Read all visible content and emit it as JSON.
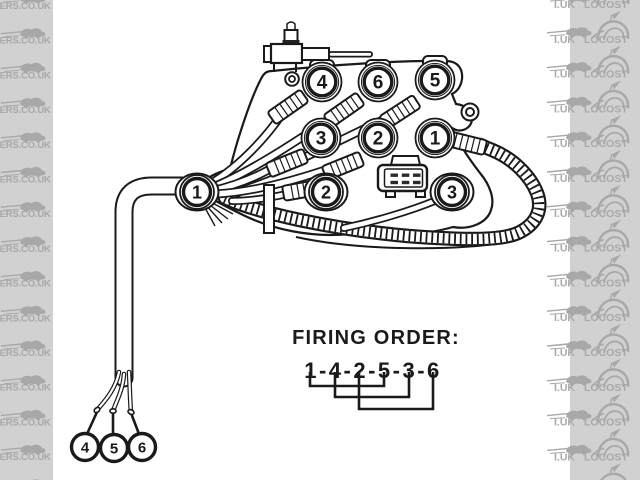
{
  "watermark": {
    "background": "#d1d1d1",
    "glyph_color": "#a8a8a8",
    "left_text": "DERS.CO.UK",
    "right_text": "LOCOST",
    "right_fragment": "I.UK",
    "left_logo": "kit-car-side-icon",
    "right_logo": "kit-car-front-icon"
  },
  "diagram": {
    "line_color": "#1a1a1a",
    "background": "#ffffff",
    "coil_pack": {
      "top_row": [
        "4",
        "6",
        "5"
      ],
      "middle_row": [
        "3",
        "2",
        "1"
      ]
    },
    "wire_ends": [
      "1",
      "2",
      "3"
    ],
    "loose_wires": [
      "4",
      "5",
      "6"
    ],
    "firing_order": {
      "label": "FIRING ORDER:",
      "sequence": "1-4-2-5-3-6",
      "paired_coils": [
        [
          "1",
          "5"
        ],
        [
          "4",
          "3"
        ],
        [
          "2",
          "6"
        ]
      ]
    }
  }
}
